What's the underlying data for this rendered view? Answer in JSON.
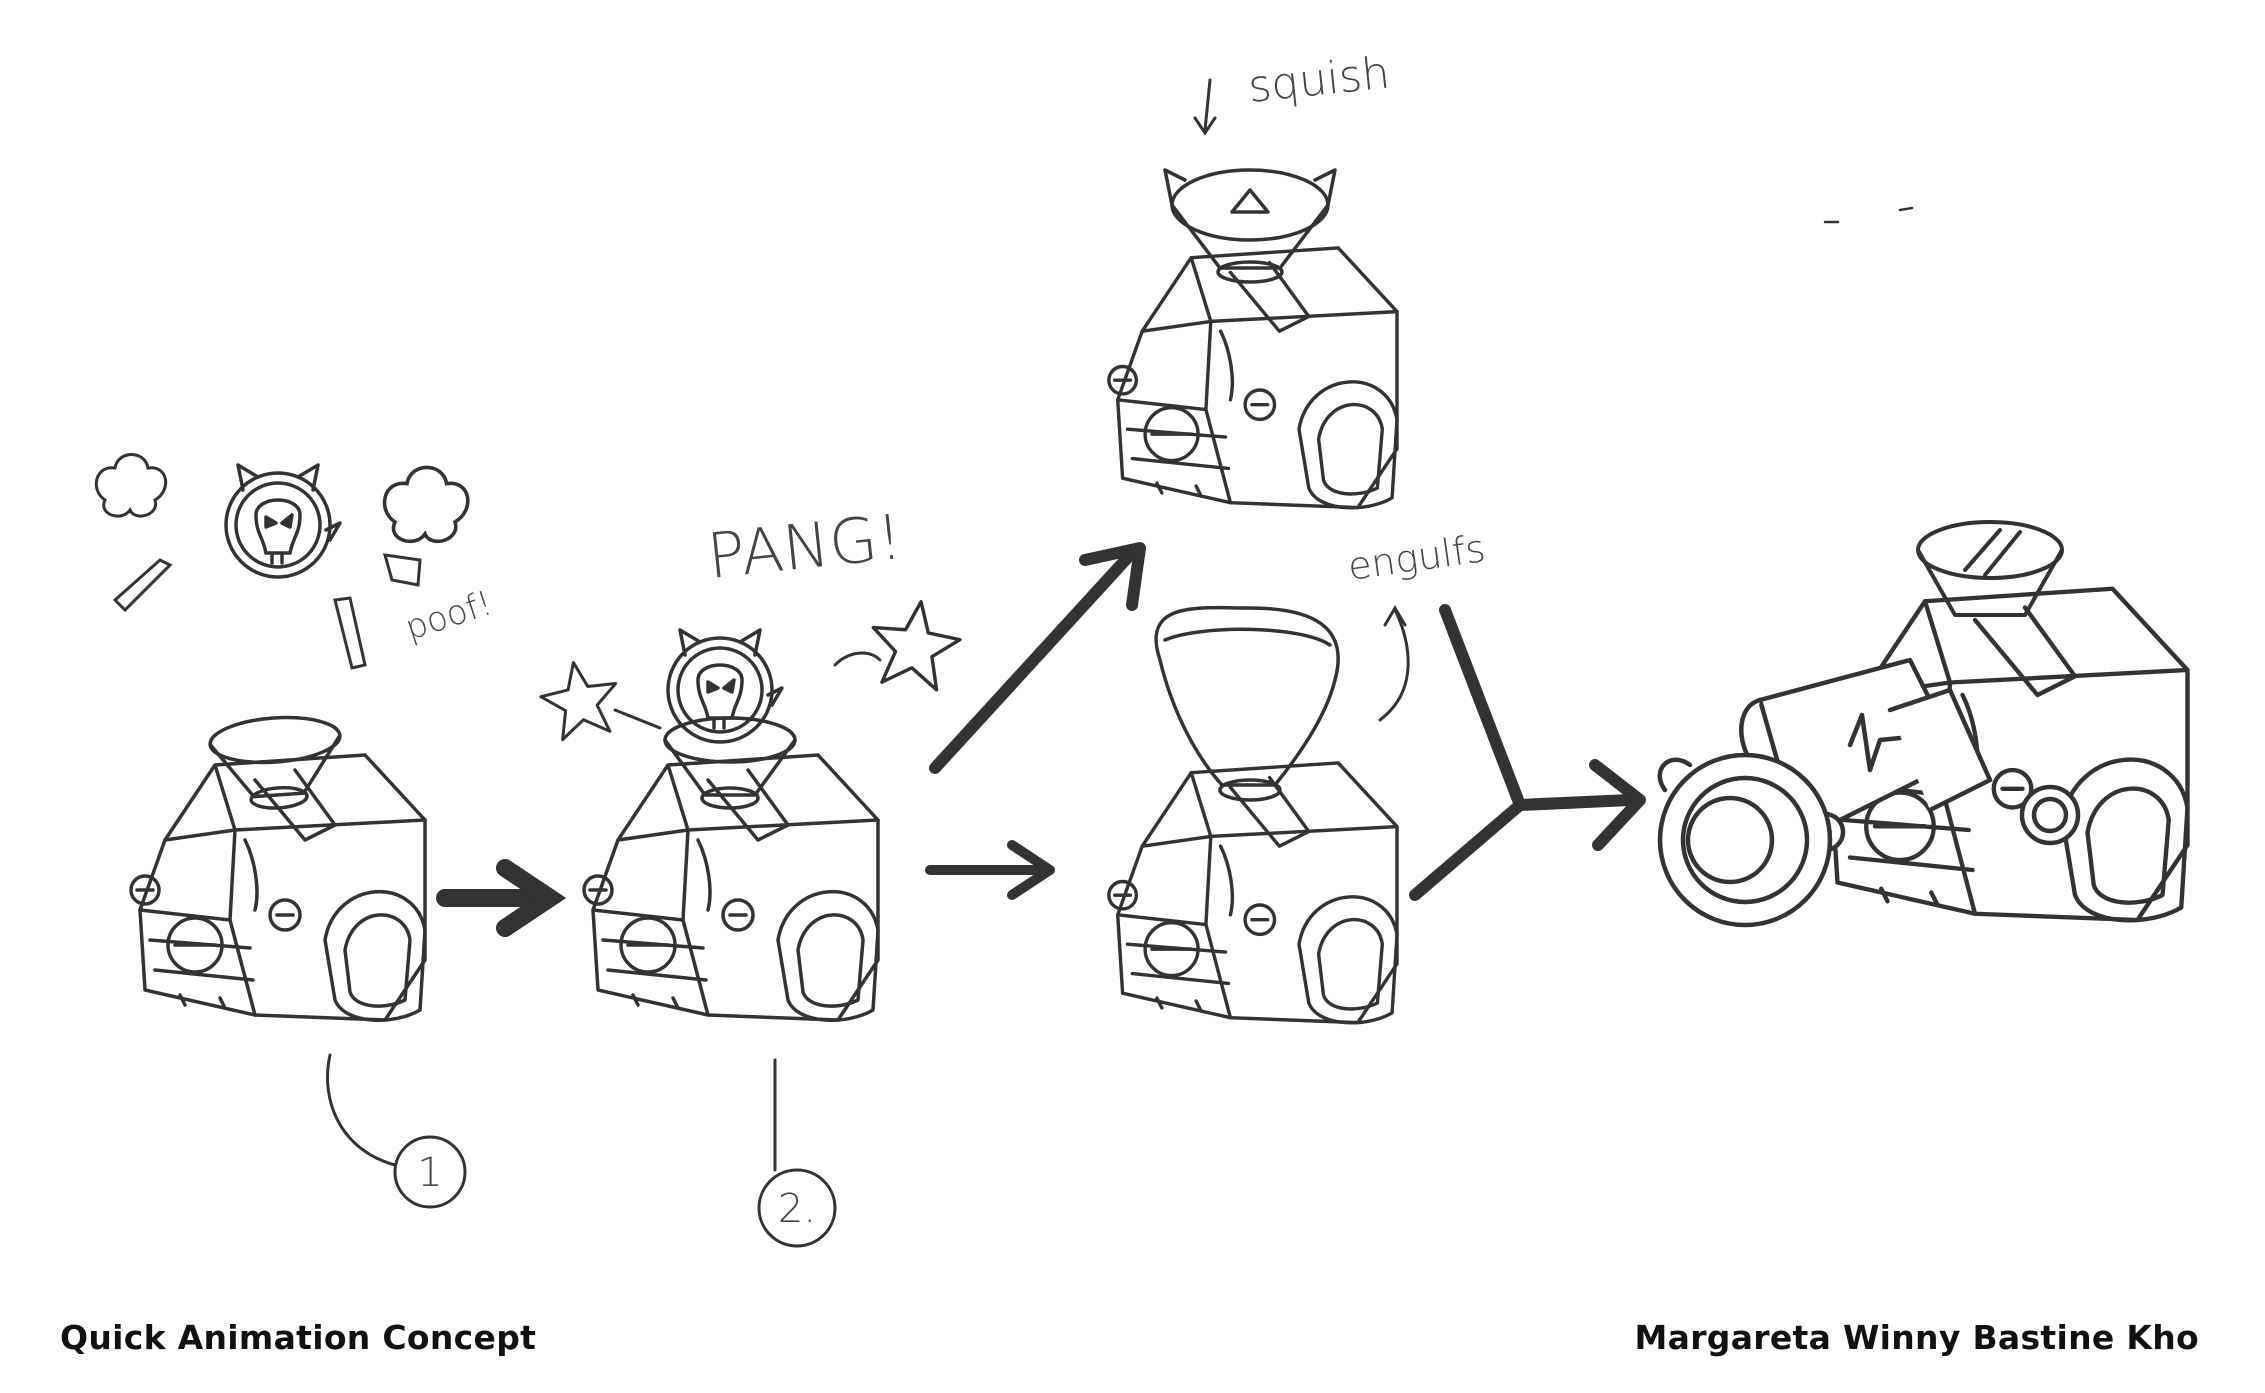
{
  "labels": {
    "squish": "squish",
    "pang": "PANG!",
    "poof": "poof!",
    "engulfs": "engulfs",
    "step_one": "1",
    "step_two": "2."
  },
  "captions": {
    "left": "Quick Animation Concept",
    "right": "Margareta Winny Bastine Kho"
  },
  "colors": {
    "ink": "#333333",
    "arrow": "#333333",
    "background": "#ffffff"
  }
}
